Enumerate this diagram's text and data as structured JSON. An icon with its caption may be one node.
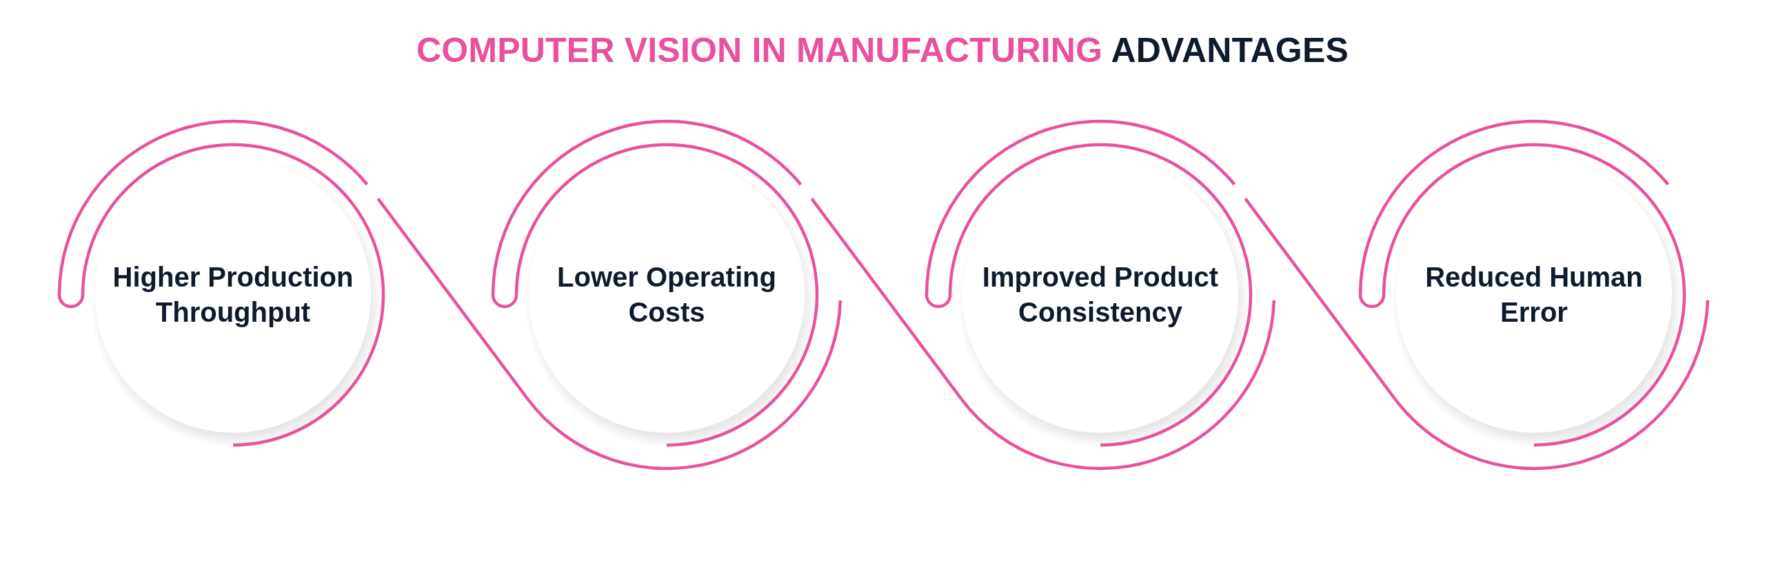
{
  "diagram": {
    "title": "COMPUTER VISION IN MANUFACTURING **ADVANTAGES**",
    "nodes": [
      {
        "text": [
          "Higher Production Throughput"
        ]
      },
      {
        "text": [
          "Lower Operating Costs"
        ]
      },
      {
        "text": [
          "Improved Product Consistency"
        ]
      },
      {
        "text": [
          "Reduced Human Error"
        ]
      }
    ],
    "edges": [
      {
        "from": 0,
        "to": 1,
        "arrow": "none"
      },
      {
        "from": 1,
        "to": 2,
        "arrow": "none"
      },
      {
        "from": 2,
        "to": 3,
        "arrow": "none"
      }
    ]
  }
}
